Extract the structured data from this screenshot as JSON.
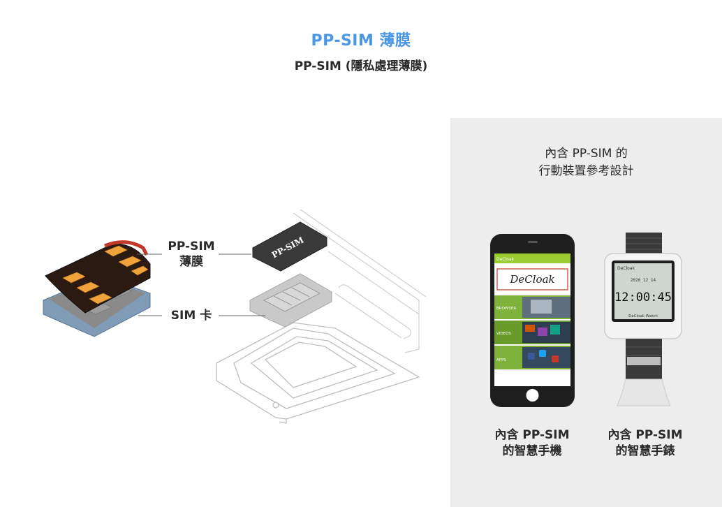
{
  "header": {
    "title": "PP-SIM 薄膜",
    "subtitle": "PP-SIM (隱私處理薄膜)"
  },
  "diagram": {
    "label_ppsim": [
      "PP-SIM",
      "薄膜"
    ],
    "label_simcard": "SIM 卡",
    "film_text": "PP-SIM"
  },
  "panel": {
    "heading_line1": "內含 PP-SIM 的",
    "heading_line2": "行動裝置參考設計",
    "phone": {
      "app_bar": "DeCloak",
      "logo": "DeCloak",
      "rows": [
        "BROWSER",
        "VIDEOS",
        "APPS"
      ],
      "caption_line1": "內含 PP-SIM",
      "caption_line2": "的智慧手機"
    },
    "watch": {
      "status_brand": "DeCloak",
      "date": "2020 12 14",
      "time": "12:00:45",
      "footer": "DeCloak Watch",
      "caption_line1": "內含 PP-SIM",
      "caption_line2": "的智慧手錶"
    }
  },
  "colors": {
    "title_blue": "#4a97e8",
    "panel_gray": "#ededed",
    "app_bar_green": "#9acd32",
    "logo_red": "#c0392b"
  }
}
